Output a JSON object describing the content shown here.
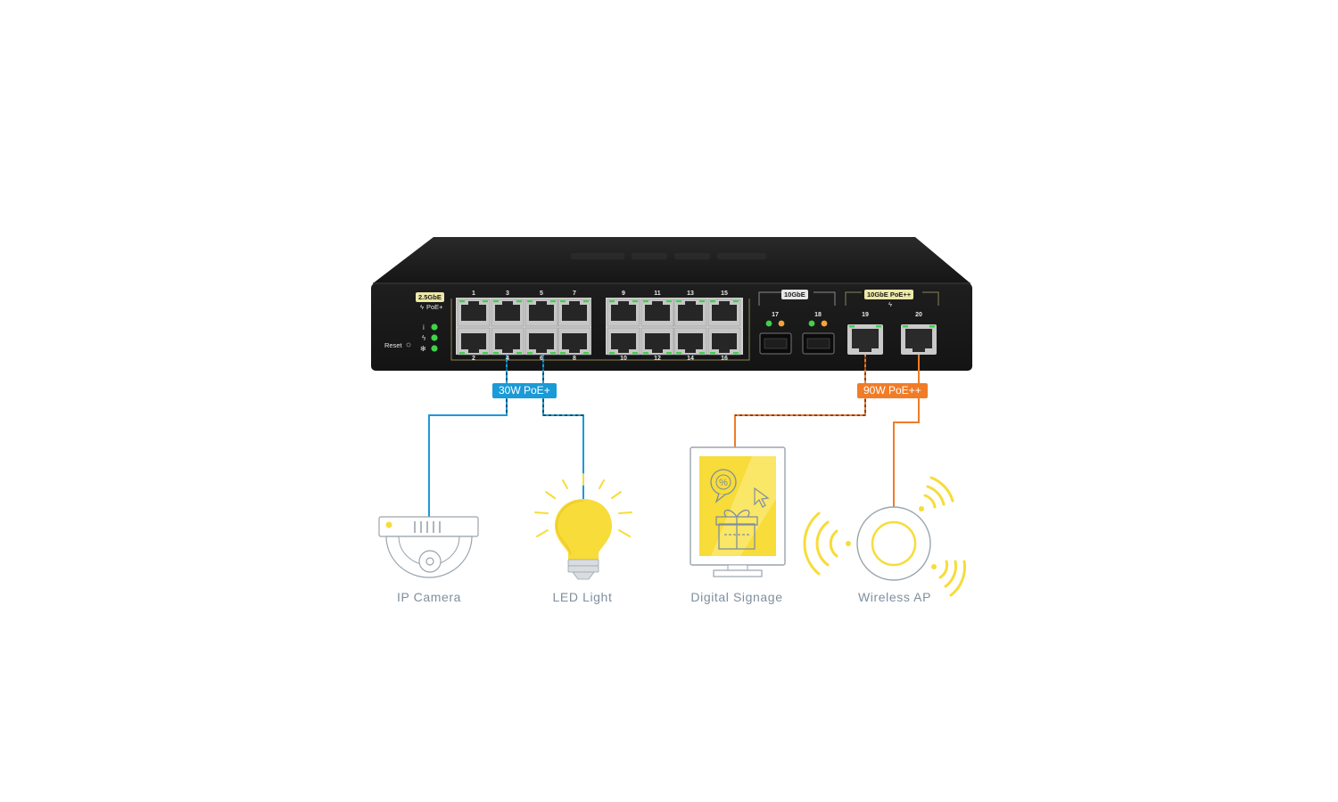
{
  "switch": {
    "group_2_5g": {
      "label": "2.5GbE",
      "sublabel": "PoE+"
    },
    "group_10g": {
      "label": "10GbE"
    },
    "group_10g_poe": {
      "label": "10GbE PoE++"
    },
    "reset_label": "Reset",
    "ports_top": [
      "1",
      "3",
      "5",
      "7",
      "9",
      "11",
      "13",
      "15"
    ],
    "ports_bottom": [
      "2",
      "4",
      "6",
      "8",
      "10",
      "12",
      "14",
      "16"
    ],
    "sfp_ports": [
      "17",
      "18"
    ],
    "poe_pp_ports": [
      "19",
      "20"
    ],
    "status_indicators": [
      "info",
      "poe",
      "fan"
    ]
  },
  "badges": {
    "poe_plus": {
      "label": "30W PoE+",
      "color": "#1a9ad6"
    },
    "poe_plusplus": {
      "label": "90W PoE++",
      "color": "#f07c28"
    }
  },
  "devices": [
    {
      "id": "ip-camera",
      "label": "IP Camera"
    },
    {
      "id": "led-light",
      "label": "LED Light"
    },
    {
      "id": "digital-signage",
      "label": "Digital Signage"
    },
    {
      "id": "wireless-ap",
      "label": "Wireless AP"
    }
  ],
  "colors": {
    "switch_body": "#1b1b1b",
    "accent_yellow": "#f7dc3a",
    "led_green": "#3fd24a",
    "led_orange": "#f5a33a",
    "cable_blue": "#1a9ad6",
    "cable_orange": "#f07c28",
    "device_label": "#7e8f9e"
  }
}
